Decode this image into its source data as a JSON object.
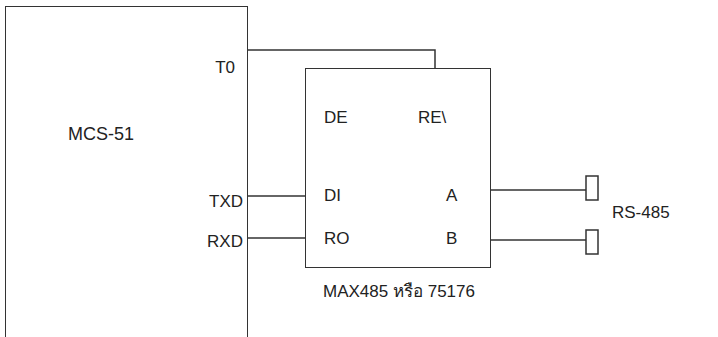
{
  "diagram": {
    "nodes": [
      {
        "text": [
          "MCS-51",
          "T0",
          "TXD",
          "RXD"
        ]
      },
      {
        "text": [
          "DE",
          "RE\\",
          "DI",
          "A",
          "RO",
          "B",
          "MAX485 หรือ 75176"
        ]
      }
    ],
    "edges": [
      {
        "from": 0,
        "to": 1,
        "arrow": "none"
      },
      {
        "from": 0,
        "to": 1,
        "arrow": "none"
      },
      {
        "from": 1,
        "to": 0,
        "arrow": "none"
      }
    ],
    "labels": [
      "RS-485"
    ]
  }
}
